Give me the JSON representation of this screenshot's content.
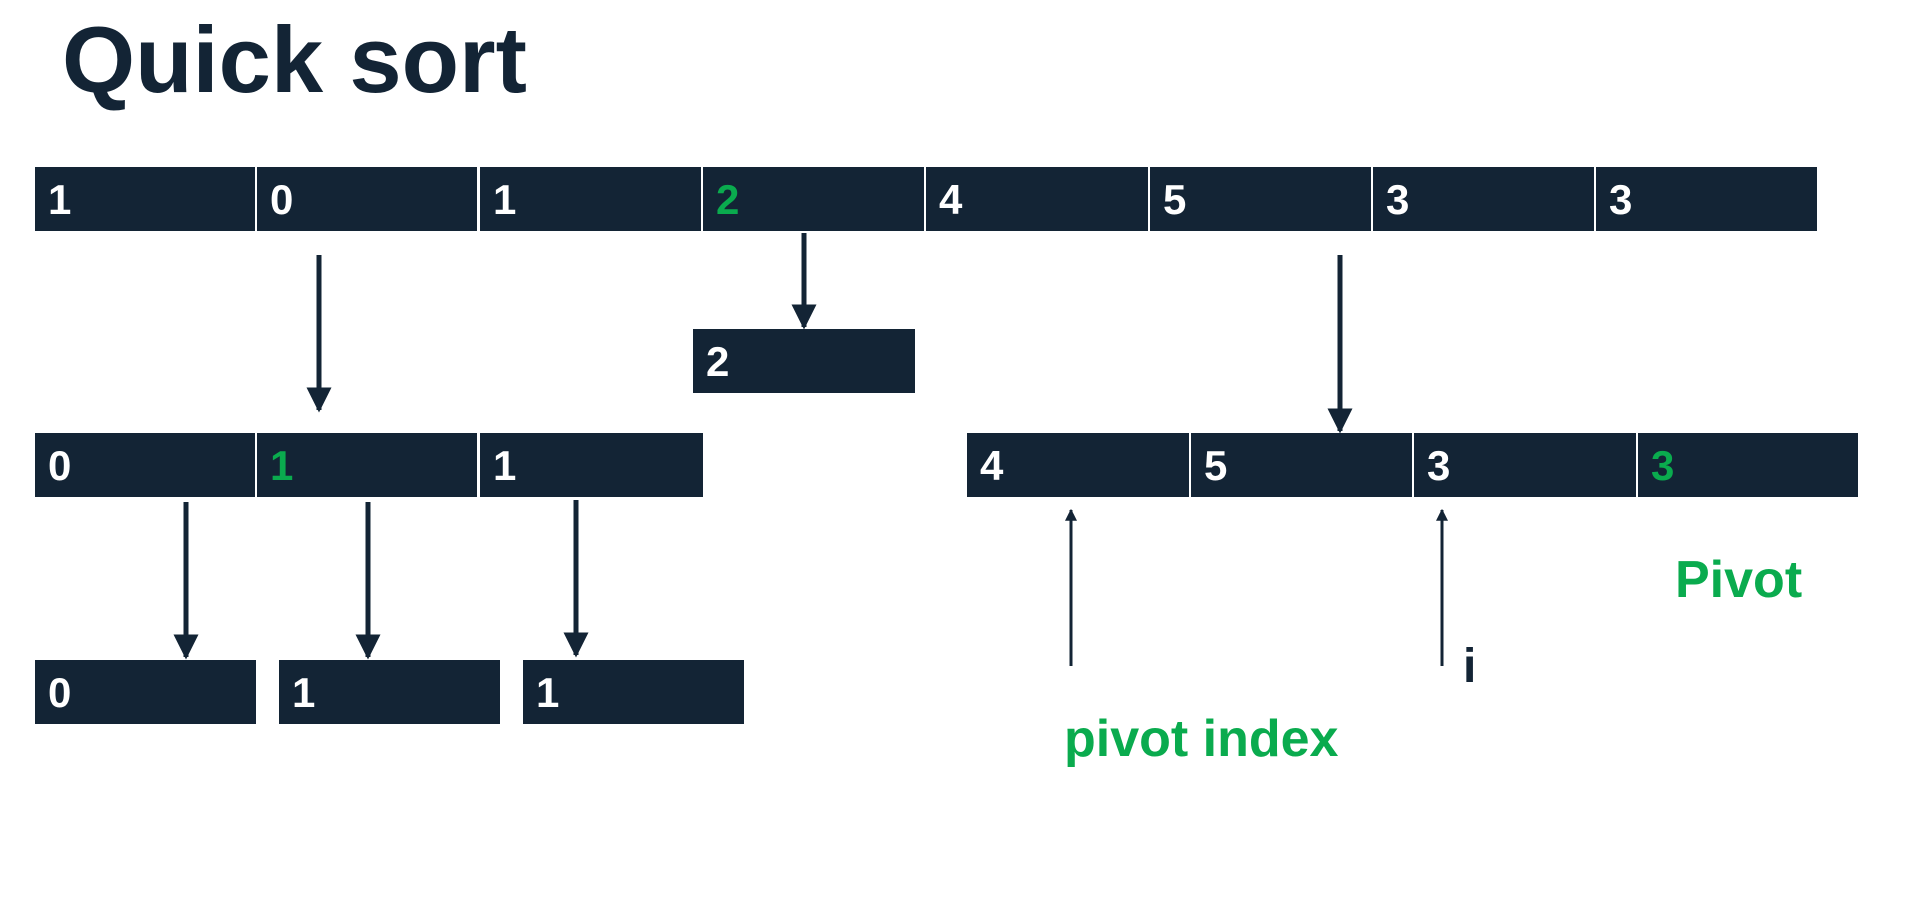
{
  "title": "Quick sort",
  "colors": {
    "box": "#132435",
    "text": "#ffffff",
    "pivot": "#0aab4e",
    "arrow": "#132435"
  },
  "rows": {
    "initial": [
      {
        "value": "1"
      },
      {
        "value": "0"
      },
      {
        "value": "1"
      },
      {
        "value": "2",
        "pivot": true
      },
      {
        "value": "4"
      },
      {
        "value": "5"
      },
      {
        "value": "3"
      },
      {
        "value": "3"
      }
    ],
    "middle_pivot": [
      {
        "value": "2"
      }
    ],
    "left_partition": [
      {
        "value": "0"
      },
      {
        "value": "1",
        "pivot": true
      },
      {
        "value": "1"
      }
    ],
    "right_partition": [
      {
        "value": "4"
      },
      {
        "value": "5"
      },
      {
        "value": "3"
      },
      {
        "value": "3",
        "pivot": true
      }
    ],
    "left_result": [
      {
        "value": "0"
      },
      {
        "value": "1"
      },
      {
        "value": "1"
      }
    ]
  },
  "labels": {
    "pivot": "Pivot",
    "i": "i",
    "pivot_index": "pivot index"
  }
}
